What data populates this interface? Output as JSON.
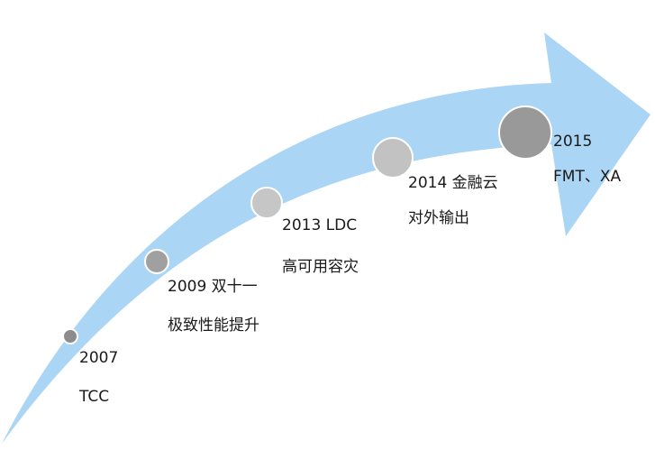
{
  "colors": {
    "arrow": "#aad5f5",
    "marker_dark": "#8c8c8c",
    "marker_mid": "#a8a8a8",
    "marker_light": "#c6c6c6",
    "marker_outline": "#ffffff",
    "text": "#1a1a1a"
  },
  "milestones": [
    {
      "year": "2007",
      "desc": "TCC"
    },
    {
      "year": "2009 双十一",
      "desc": "极致性能提升"
    },
    {
      "year": "2013 LDC",
      "desc": "高可用容灾"
    },
    {
      "year": "2014 金融云",
      "desc": "对外输出"
    },
    {
      "year": "2015",
      "desc": "FMT、XA"
    }
  ]
}
